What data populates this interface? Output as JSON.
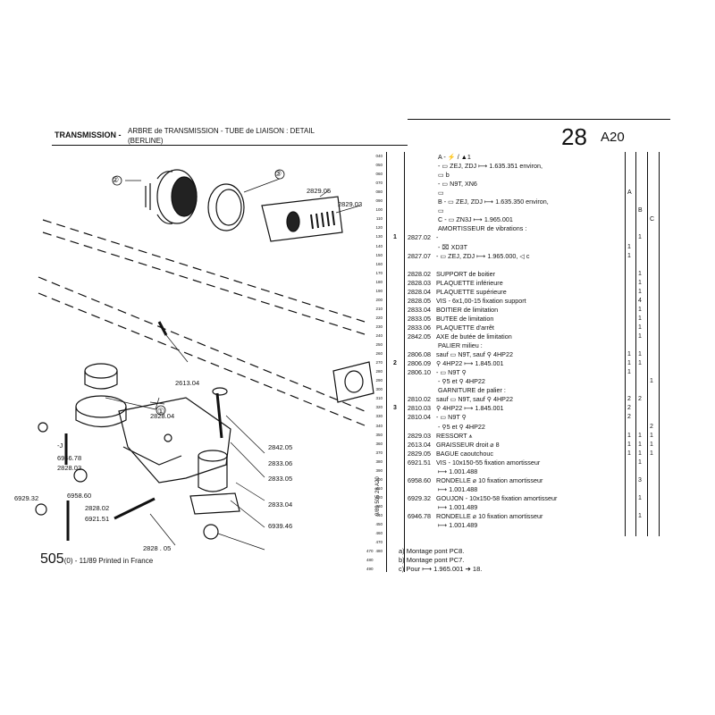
{
  "header": {
    "title": "TRANSMISSION -",
    "desc1": "ARBRE de TRANSMISSION - TUBE de LIAISON : DETAIL",
    "desc2": "(BERLINE)",
    "page_number": "28",
    "page_code": "A20"
  },
  "diagram": {
    "callouts": [
      "2829.05",
      "2829.03",
      "2613.04",
      "2828.04",
      "2842.05",
      "2833.06",
      "2833.05",
      "2833.04",
      "6939.46",
      "6946.78",
      "2828.03",
      "6958.60",
      "6929.32",
      "2828.02",
      "6921.51",
      "2828 . 05",
      "-J",
      "②",
      "③",
      "①"
    ]
  },
  "footer": {
    "code": "505",
    "suffix": "(0) - 11/89 Printed in France",
    "side_code": "9/89 505 28 A20"
  },
  "line_numbers": [
    "040",
    "050",
    "060",
    "070",
    "080",
    "090",
    "100",
    "110",
    "120",
    "130",
    "140",
    "150",
    "160",
    "170",
    "180",
    "190",
    "200",
    "210",
    "220",
    "230",
    "240",
    "250",
    "260",
    "270",
    "280",
    "290",
    "300",
    "310",
    "320",
    "330",
    "340",
    "350",
    "360",
    "370",
    "380",
    "390",
    "400",
    "410",
    "420",
    "430",
    "440",
    "450",
    "460",
    "470",
    "480"
  ],
  "sections": [
    {
      "n": "1",
      "row": 9
    },
    {
      "n": "2",
      "row": 23
    },
    {
      "n": "3",
      "row": 28
    }
  ],
  "column_headers": [
    "A",
    "B",
    "C"
  ],
  "items": [
    {
      "row": 0,
      "ref": "",
      "text": "A - ⚡ / ▲1"
    },
    {
      "row": 1,
      "ref": "",
      "text": "- ▭ ZEJ, ZDJ ⟼ 1.635.351 environ,"
    },
    {
      "row": 2,
      "ref": "",
      "text": "▭ b"
    },
    {
      "row": 3,
      "ref": "",
      "text": "- ▭ N9T, XN6"
    },
    {
      "row": 4,
      "ref": "",
      "text": "▭"
    },
    {
      "row": 5,
      "ref": "",
      "text": "B - ▭ ZEJ, ZDJ ⟼ 1.635.350 environ,"
    },
    {
      "row": 6,
      "ref": "",
      "text": "▭"
    },
    {
      "row": 7,
      "ref": "",
      "text": "C - ▭ ZN3J ⟼ 1.965.001"
    },
    {
      "row": 8,
      "ref": "",
      "text": "AMORTISSEUR de vibrations :"
    },
    {
      "row": 9,
      "ref": "2827.02",
      "text": "-"
    },
    {
      "row": 10,
      "ref": "",
      "text": "- ⌧ XD3T"
    },
    {
      "row": 11,
      "ref": "2827.07",
      "text": "- ▭ ZEJ, ZDJ ⟼ 1.965.000, ◁ c"
    },
    {
      "row": 13,
      "ref": "2828.02",
      "text": "SUPPORT de boitier"
    },
    {
      "row": 14,
      "ref": "2828.03",
      "text": "PLAQUETTE inférieure"
    },
    {
      "row": 15,
      "ref": "2828.04",
      "text": "PLAQUETTE supérieure"
    },
    {
      "row": 16,
      "ref": "2828.05",
      "text": "VIS - 6x1,00-15 fixation support"
    },
    {
      "row": 17,
      "ref": "2833.04",
      "text": "BOITIER de limitation"
    },
    {
      "row": 18,
      "ref": "2833.05",
      "text": "BUTEE de limitation"
    },
    {
      "row": 19,
      "ref": "2833.06",
      "text": "PLAQUETTE d'arrêt"
    },
    {
      "row": 20,
      "ref": "2842.05",
      "text": "AXE de butée de limitation"
    },
    {
      "row": 21,
      "ref": "",
      "text": "PALIER milieu :"
    },
    {
      "row": 22,
      "ref": "2806.08",
      "text": "sauf ▭ N9T, sauf ⚲ 4HP22"
    },
    {
      "row": 23,
      "ref": "2806.09",
      "text": "⚲ 4HP22 ⟼ 1.845.001"
    },
    {
      "row": 24,
      "ref": "2806.10",
      "text": "- ▭ N9T ⚲"
    },
    {
      "row": 25,
      "ref": "",
      "text": "- ⚲5 et ⚲ 4HP22"
    },
    {
      "row": 26,
      "ref": "",
      "text": "GARNITURE de palier :"
    },
    {
      "row": 27,
      "ref": "2810.02",
      "text": "sauf ▭ N9T, sauf ⚲ 4HP22"
    },
    {
      "row": 28,
      "ref": "2810.03",
      "text": "⚲ 4HP22 ⟼ 1.845.001"
    },
    {
      "row": 29,
      "ref": "2810.04",
      "text": "- ▭ N9T ⚲"
    },
    {
      "row": 30,
      "ref": "",
      "text": "- ⚲5 et ⚲ 4HP22"
    },
    {
      "row": 31,
      "ref": "2829.03",
      "text": "RESSORT ⩚"
    },
    {
      "row": 32,
      "ref": "2613.04",
      "text": "GRAISSEUR droit ⌀ 8"
    },
    {
      "row": 33,
      "ref": "2829.05",
      "text": "BAGUE caoutchouc"
    },
    {
      "row": 34,
      "ref": "6921.51",
      "text": "VIS - 10x150-55 fixation amortisseur"
    },
    {
      "row": 35,
      "ref": "",
      "text": "⟼ 1.001.488"
    },
    {
      "row": 36,
      "ref": "6958.60",
      "text": "RONDELLE ⌀ 10 fixation amortisseur"
    },
    {
      "row": 37,
      "ref": "",
      "text": "⟼ 1.001.488"
    },
    {
      "row": 38,
      "ref": "6929.32",
      "text": "GOUJON - 10x150-58 fixation amortisseur"
    },
    {
      "row": 39,
      "ref": "",
      "text": "⟼ 1.001.489"
    },
    {
      "row": 40,
      "ref": "6946.78",
      "text": "RONDELLE ⌀ 10 fixation amortisseur"
    },
    {
      "row": 41,
      "ref": "",
      "text": "⟼ 1.001.489"
    }
  ],
  "quantities": [
    {
      "row": 4,
      "col": 0,
      "q": "A"
    },
    {
      "row": 6,
      "col": 1,
      "q": "B"
    },
    {
      "row": 7,
      "col": 2,
      "q": "C"
    },
    {
      "row": 9,
      "col": 1,
      "q": "1"
    },
    {
      "row": 10,
      "col": 0,
      "q": "1"
    },
    {
      "row": 11,
      "col": 0,
      "q": "1"
    },
    {
      "row": 13,
      "col": 1,
      "q": "1"
    },
    {
      "row": 14,
      "col": 1,
      "q": "1"
    },
    {
      "row": 15,
      "col": 1,
      "q": "1"
    },
    {
      "row": 16,
      "col": 1,
      "q": "4"
    },
    {
      "row": 17,
      "col": 1,
      "q": "1"
    },
    {
      "row": 18,
      "col": 1,
      "q": "1"
    },
    {
      "row": 19,
      "col": 1,
      "q": "1"
    },
    {
      "row": 20,
      "col": 1,
      "q": "1"
    },
    {
      "row": 22,
      "col": 0,
      "q": "1"
    },
    {
      "row": 22,
      "col": 1,
      "q": "1"
    },
    {
      "row": 23,
      "col": 0,
      "q": "1"
    },
    {
      "row": 23,
      "col": 1,
      "q": "1"
    },
    {
      "row": 24,
      "col": 0,
      "q": "1"
    },
    {
      "row": 25,
      "col": 2,
      "q": "1"
    },
    {
      "row": 27,
      "col": 0,
      "q": "2"
    },
    {
      "row": 27,
      "col": 1,
      "q": "2"
    },
    {
      "row": 28,
      "col": 0,
      "q": "2"
    },
    {
      "row": 29,
      "col": 0,
      "q": "2"
    },
    {
      "row": 30,
      "col": 2,
      "q": "2"
    },
    {
      "row": 31,
      "col": 0,
      "q": "1"
    },
    {
      "row": 31,
      "col": 1,
      "q": "1"
    },
    {
      "row": 31,
      "col": 2,
      "q": "1"
    },
    {
      "row": 32,
      "col": 0,
      "q": "1"
    },
    {
      "row": 32,
      "col": 1,
      "q": "1"
    },
    {
      "row": 32,
      "col": 2,
      "q": "1"
    },
    {
      "row": 33,
      "col": 0,
      "q": "1"
    },
    {
      "row": 33,
      "col": 1,
      "q": "1"
    },
    {
      "row": 33,
      "col": 2,
      "q": "1"
    },
    {
      "row": 34,
      "col": 1,
      "q": "1"
    },
    {
      "row": 36,
      "col": 1,
      "q": "3"
    },
    {
      "row": 38,
      "col": 1,
      "q": "1"
    },
    {
      "row": 40,
      "col": 1,
      "q": "1"
    }
  ],
  "notes": {
    "a": "a) Montage pont PC8.",
    "b": "b) Montage pont PC7.",
    "c": "c) Pour ⟼ 1.965.001 ➔ 18.",
    "nums": [
      "470",
      "480",
      "490"
    ]
  }
}
